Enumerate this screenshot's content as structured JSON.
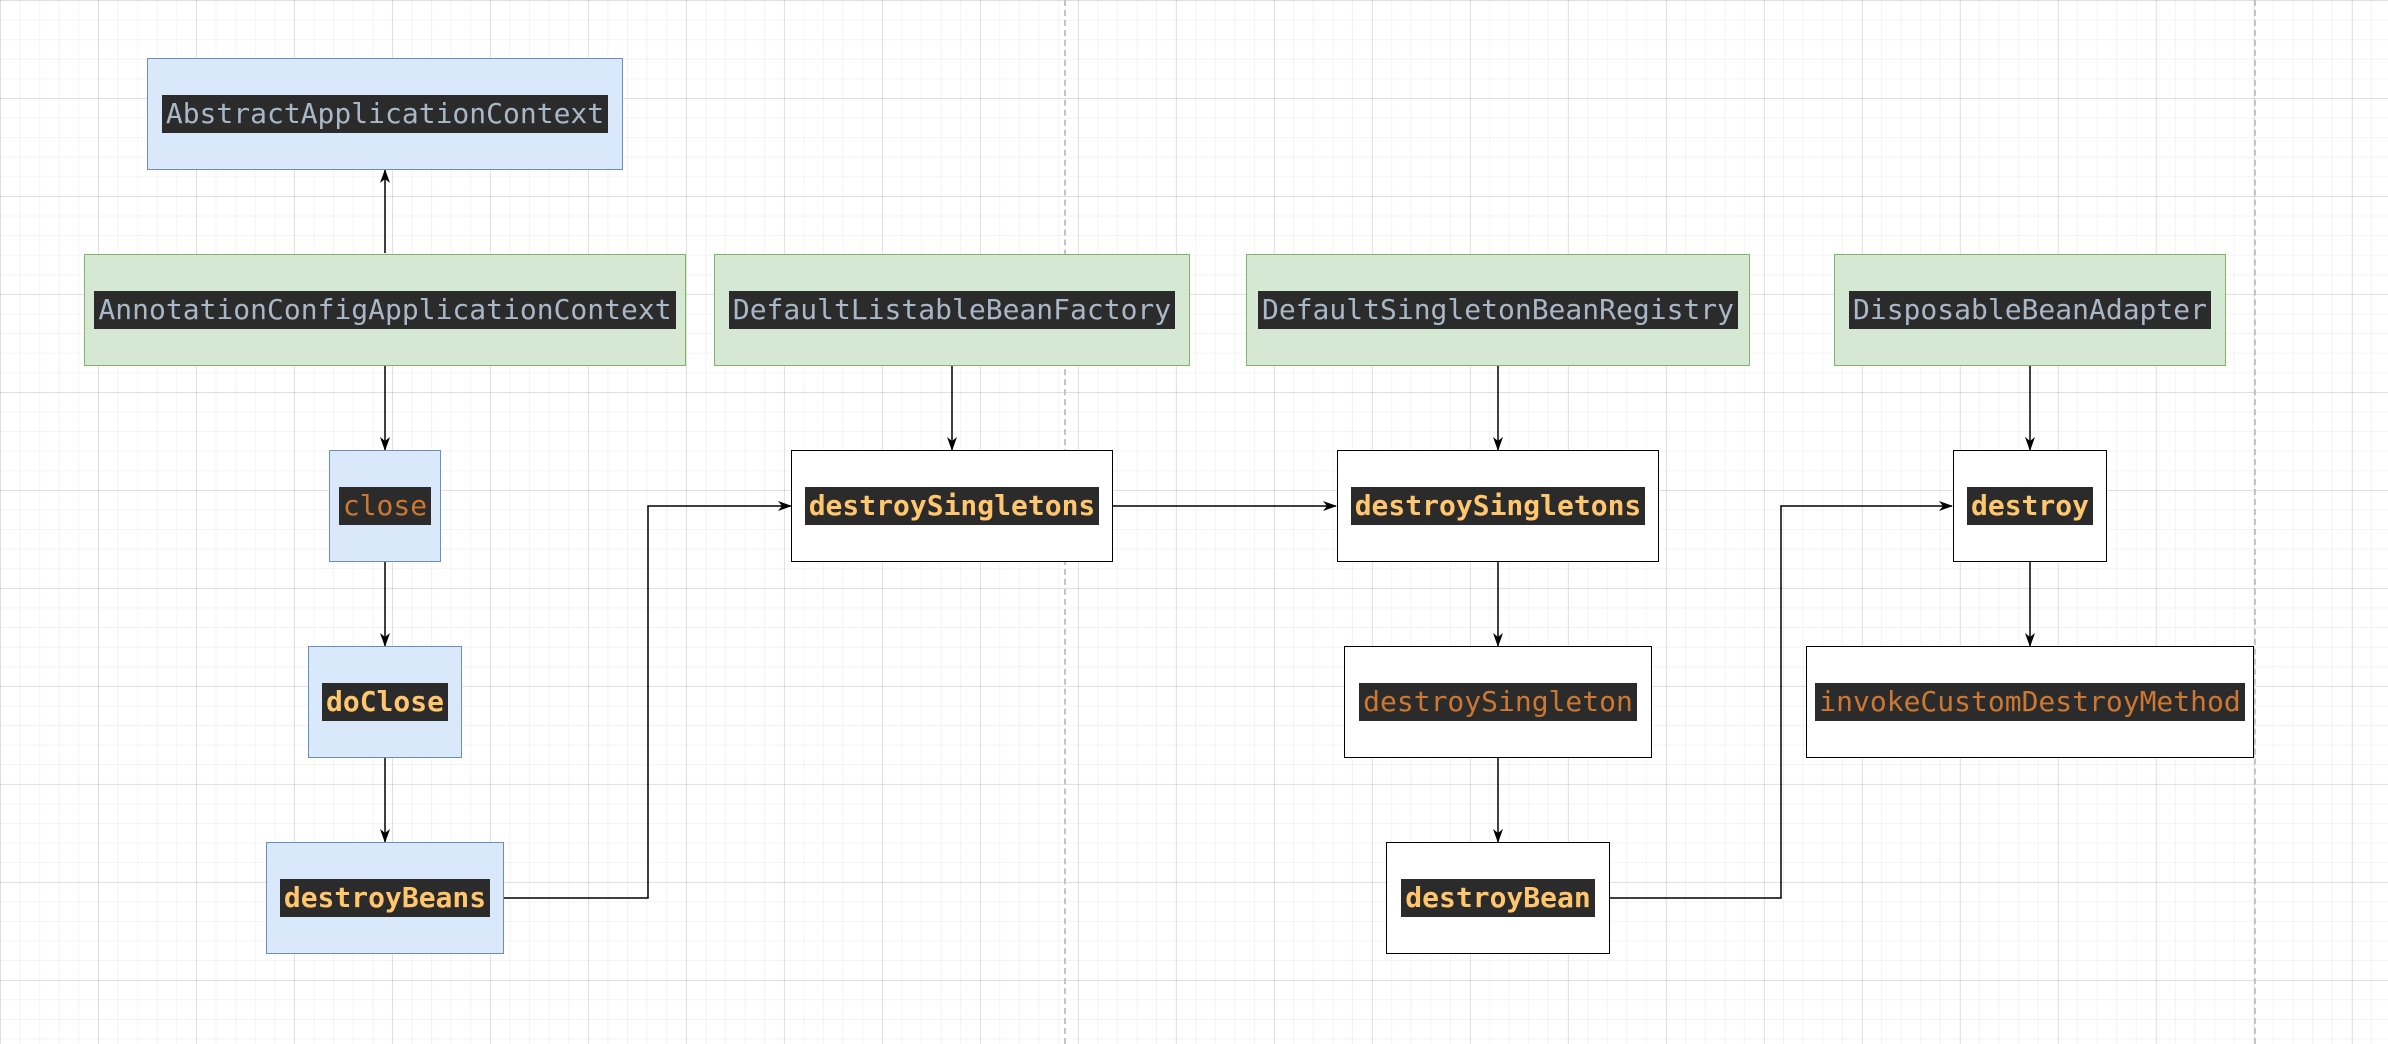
{
  "diagram": {
    "classes": {
      "abstract_application_context": "AbstractApplicationContext",
      "annotation_config_application_context": "AnnotationConfigApplicationContext",
      "default_listable_bean_factory": "DefaultListableBeanFactory",
      "default_singleton_bean_registry": "DefaultSingletonBeanRegistry",
      "disposable_bean_adapter": "DisposableBeanAdapter"
    },
    "methods": {
      "close": "close",
      "do_close": "doClose",
      "destroy_beans": "destroyBeans",
      "factory_destroy_singletons": "destroySingletons",
      "registry_destroy_singletons": "destroySingletons",
      "destroy_singleton": "destroySingleton",
      "destroy_bean": "destroyBean",
      "destroy": "destroy",
      "invoke_custom_destroy_method": "invokeCustomDestroyMethod"
    },
    "colors": {
      "blue_fill": "#dae8fc",
      "blue_stroke": "#6c8ebf",
      "green_fill": "#d5e8d4",
      "green_stroke": "#82b366",
      "label_background": "#2b2b2b",
      "class_text": "#a9b7c6",
      "method_text": "#ffc66d",
      "muted_method_text": "#cc7832"
    }
  }
}
